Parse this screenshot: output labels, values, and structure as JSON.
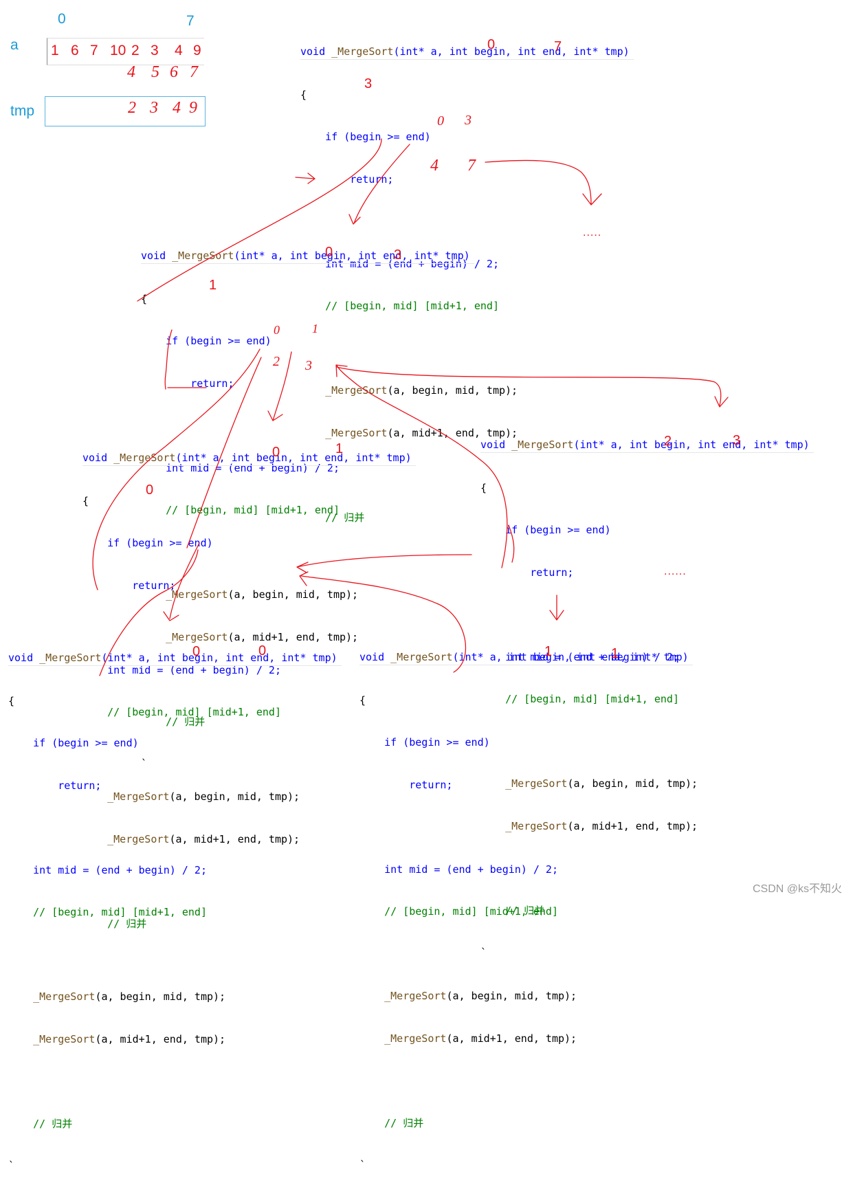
{
  "array_diagram": {
    "index_start": "0",
    "index_end": "7",
    "label_a": "a",
    "label_tmp": "tmp",
    "a_values": [
      "1",
      "6",
      "7",
      "10",
      "2",
      "3",
      "4",
      "9"
    ],
    "a_indices_handwritten": [
      "4",
      "5",
      "6",
      "7"
    ],
    "tmp_values_handwritten": [
      "2",
      "3",
      "4",
      "9"
    ]
  },
  "code": {
    "sig_pre": "void ",
    "sig_fn": "_MergeSort",
    "sig_args": "(int* a, int begin, int end, int* tmp)",
    "brace_open": "{",
    "if_line": "    if (begin >= end)",
    "return_line": "        return;",
    "mid_line": "    int mid = (end + begin) / 2;",
    "range_comment": "    // [begin, mid] [mid+1, end]",
    "call1_fn": "_MergeSort",
    "call1_args": "(a, begin, mid, tmp);",
    "call2_fn": "_MergeSort",
    "call2_args": "(a, mid+1, end, tmp);",
    "merge_comment": "    // 归并",
    "brace_close": "`"
  },
  "annotations": {
    "f1_begin": "0",
    "f1_end": "7",
    "f1_mid": "3",
    "f1_call1": "0",
    "f1_call1b": "3",
    "f1_call2": "4",
    "f1_call2b": "7",
    "f2_begin": "0",
    "f2_end": "3",
    "f2_mid": "1",
    "f2_call1": "0",
    "f2_call1b": "1",
    "f2_call2": "2",
    "f2_call2b": "3",
    "f3_begin": "0",
    "f3_end": "1",
    "f3_mid": "0",
    "f4_begin": "2",
    "f4_end": "3",
    "f5_begin": "0",
    "f5_end": "0",
    "f6_begin": "1",
    "f6_end": "1",
    "ellipsis_top": ".....",
    "ellipsis_mid": "......"
  },
  "colors": {
    "keyword": "#0000ff",
    "function": "#74531f",
    "comment": "#008000",
    "annotation": "#e8141c",
    "index_blue": "#1a9bd7"
  },
  "watermark": "CSDN @ks不知火"
}
